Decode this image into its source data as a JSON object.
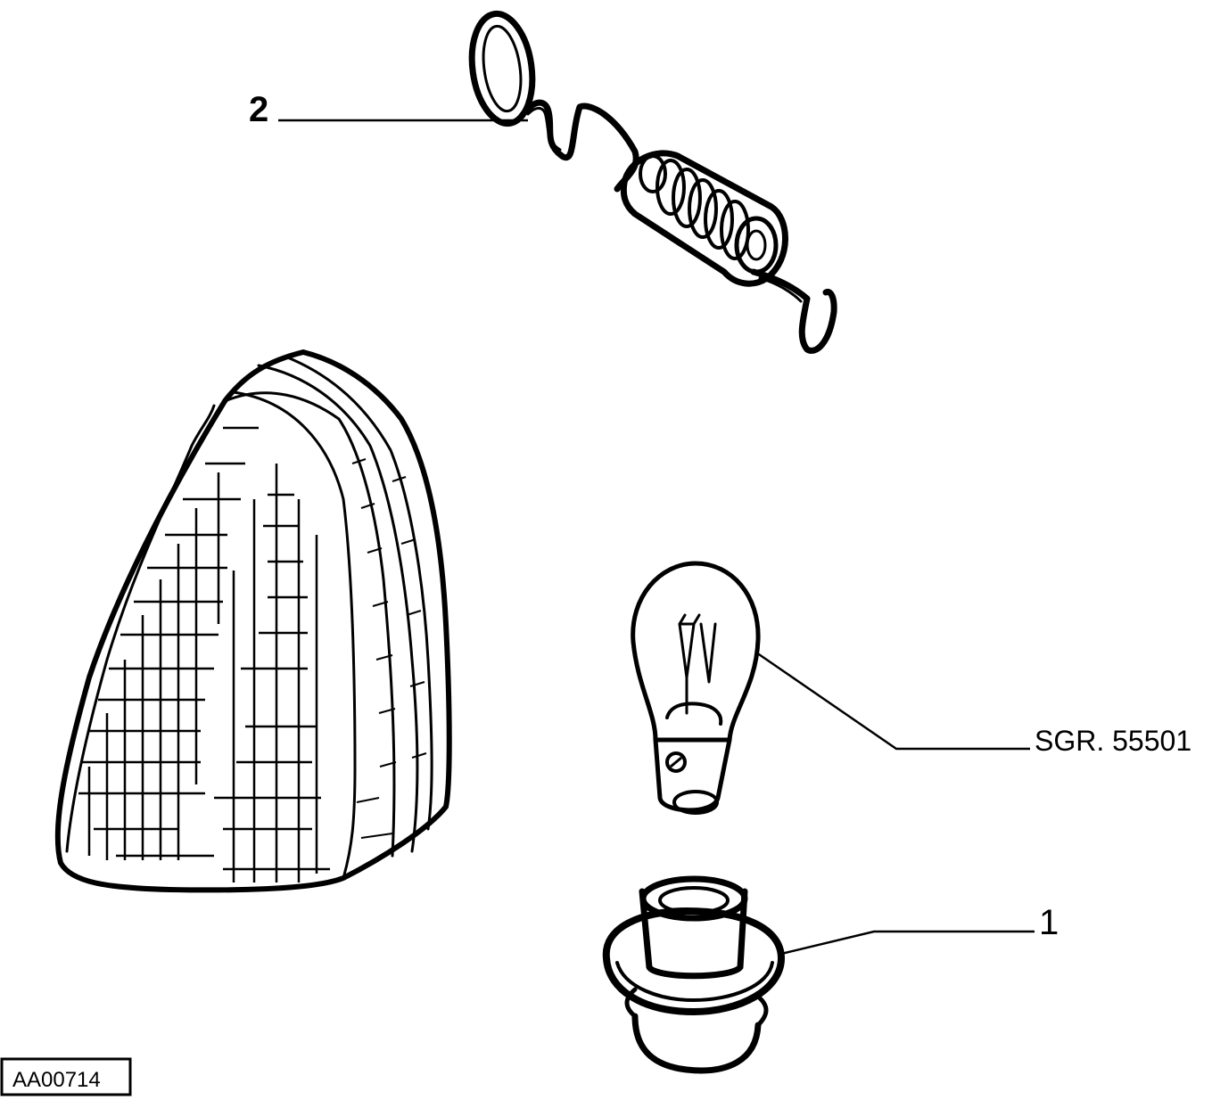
{
  "callouts": {
    "spring": "2",
    "bulb": "SGR. 55501",
    "holder": "1"
  },
  "figure_code": "AA00714"
}
